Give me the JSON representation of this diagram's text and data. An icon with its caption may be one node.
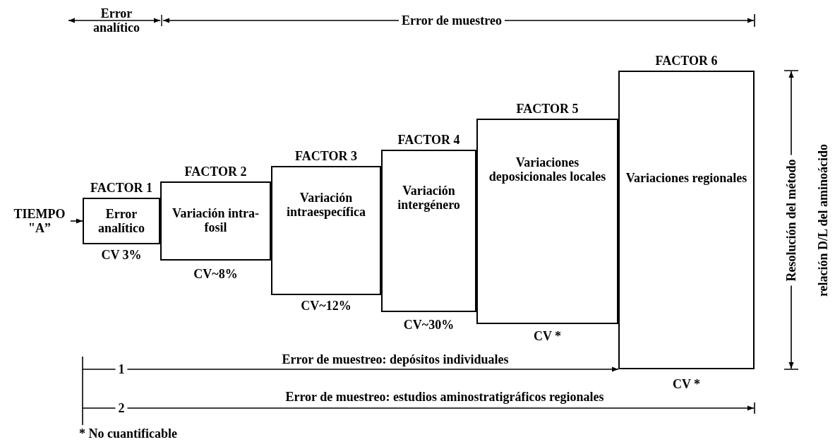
{
  "diagram": {
    "nodes": [
      {
        "text": [
          "TIEMPO \"A”"
        ]
      },
      {
        "text": [
          "FACTOR 1",
          "Error analítico"
        ],
        "beside": [
          "CV 3%"
        ]
      },
      {
        "text": [
          "FACTOR 2",
          "Variación intra-fosil"
        ],
        "beside": [
          "CV~8%"
        ]
      },
      {
        "text": [
          "FACTOR 3",
          "Variación intraespecífica"
        ],
        "beside": [
          "CV~12%"
        ]
      },
      {
        "text": [
          "FACTOR 4",
          "Variación intergénero"
        ],
        "beside": [
          "CV~30%"
        ]
      },
      {
        "text": [
          "FACTOR 5",
          "Variaciones deposicionales locales"
        ],
        "beside": [
          "CV *"
        ]
      },
      {
        "text": [
          "FACTOR 6",
          "Variaciones regionales"
        ],
        "beside": [
          "CV *"
        ]
      }
    ],
    "edges": [
      {
        "from": 0,
        "to": 1,
        "arrow": "to"
      },
      {
        "from": null,
        "to": 6,
        "arrow": "to",
        "label": "Error de muestreo: depósitos individuales"
      }
    ],
    "labels": [
      "Error analítico",
      "Error de muestreo",
      "Resolución del método",
      "relación D/L del aminoácido",
      "1",
      "2",
      "Error de muestreo: estudios aminostratigráficos regionales",
      "* No cuantificable"
    ]
  }
}
